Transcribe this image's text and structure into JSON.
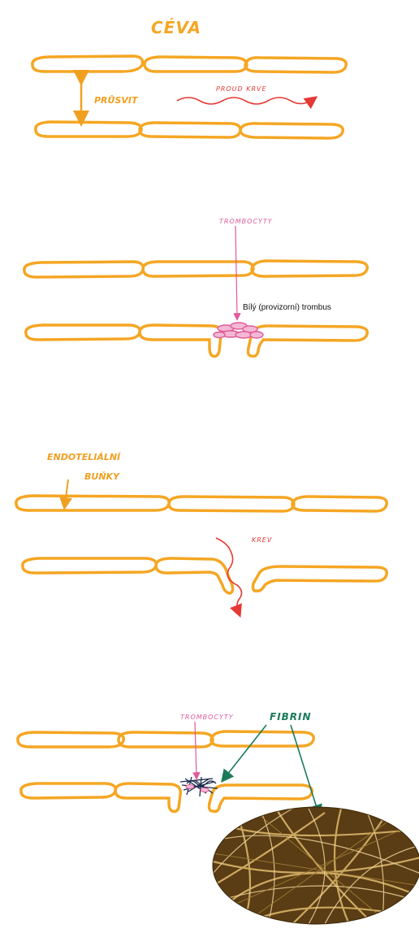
{
  "labels": {
    "ceva": "CÉVA",
    "prusvit": "PRŮSVIT",
    "proud_krve": "PROUD KRVE",
    "trombocyty_1": "TROMBOCYTY",
    "bily_trombus": "Bílý (provizorní) trombus",
    "endotelialni": "ENDOTELIÁLNÍ",
    "bunky": "BUŇKY",
    "krev": "KREV",
    "trombocyty_2": "TROMBOCYTY",
    "fibrin": "FIBRIN"
  },
  "colors": {
    "vessel": "#f5a623",
    "vessel_outline": "#e8961a",
    "blood": "#e53935",
    "platelets": "#e05a9a",
    "fibrin_label": "#1b7a5a",
    "fibrin_clot": "#1a2a4a",
    "fibrin_photo_bg": "#6a4a1a"
  },
  "icons": {
    "lumen_arrow": "double-headed-arrow-icon",
    "blood_flow_arrow": "wavy-arrow-icon",
    "fibrin_photo": "fibrin-mesh-image"
  }
}
